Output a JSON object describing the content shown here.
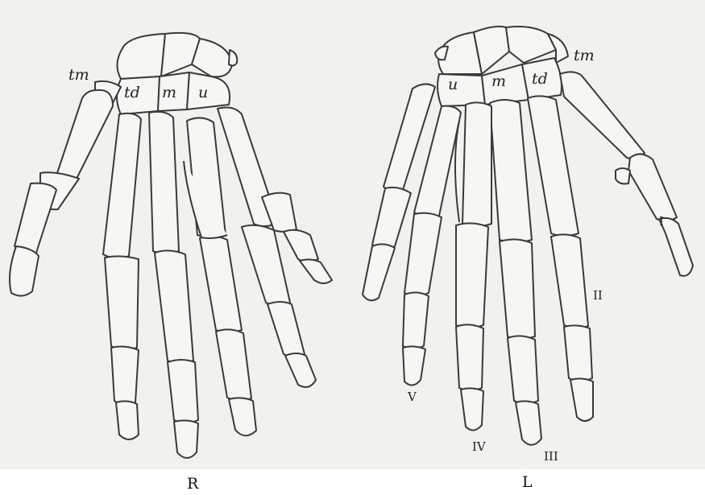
{
  "plate": {
    "background": "#f1f1ee",
    "ink": "#3a3a3a",
    "bone_fill": "#f6f6f3"
  },
  "right_hand": {
    "caption": "R",
    "carpal_labels": {
      "tm": "tm",
      "td": "td",
      "m": "m",
      "u": "u"
    }
  },
  "left_hand": {
    "caption": "L",
    "carpal_labels": {
      "u": "u",
      "m": "m",
      "td": "td",
      "tm": "tm"
    },
    "digit_labels": {
      "I": "I",
      "II": "II",
      "III": "III",
      "IV": "IV",
      "V": "V"
    }
  }
}
